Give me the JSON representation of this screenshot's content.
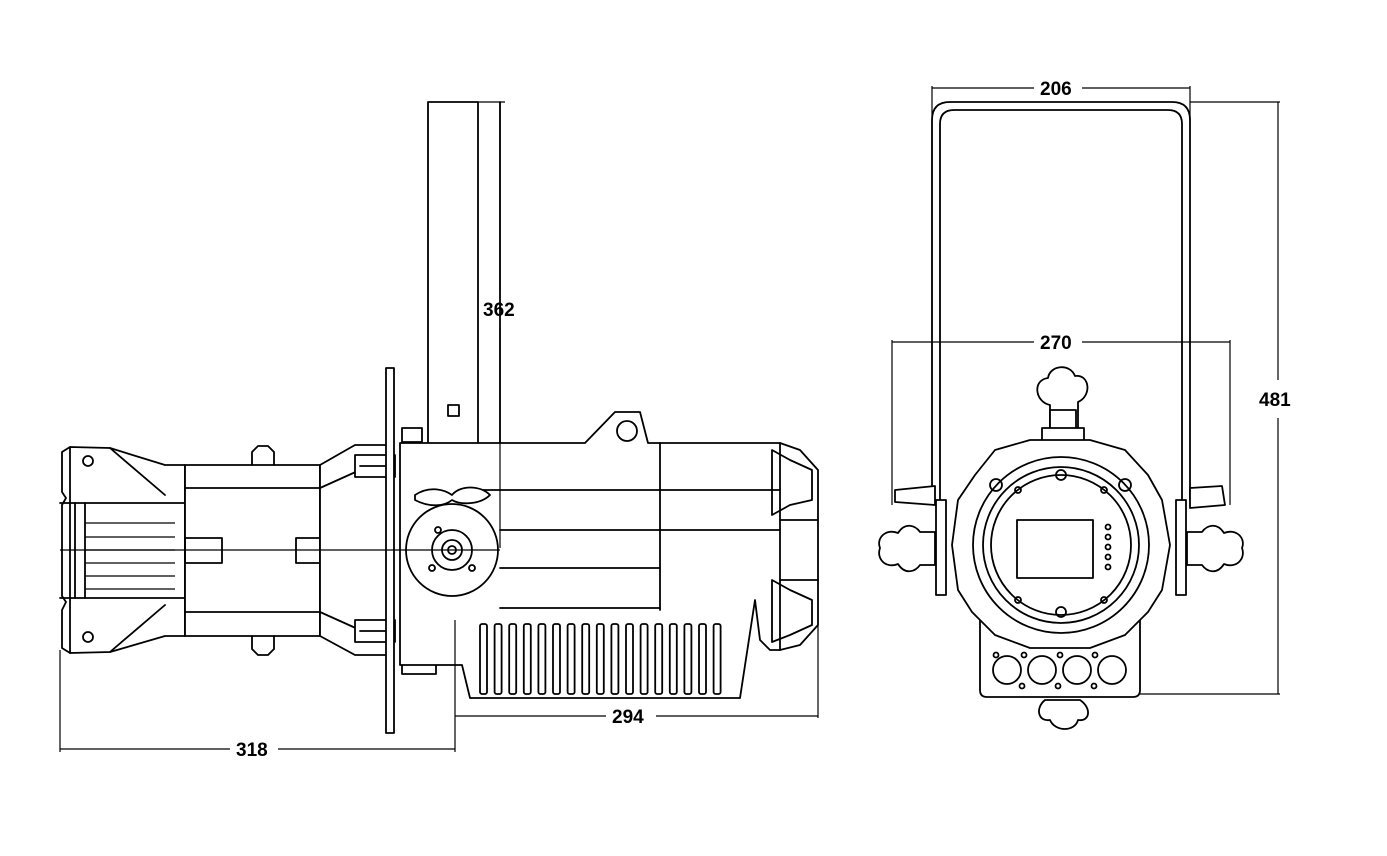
{
  "dimensions": {
    "height_side": "362",
    "length_body": "294",
    "length_total": "318",
    "width_yoke": "206",
    "width_body": "270",
    "height_total": "481"
  }
}
